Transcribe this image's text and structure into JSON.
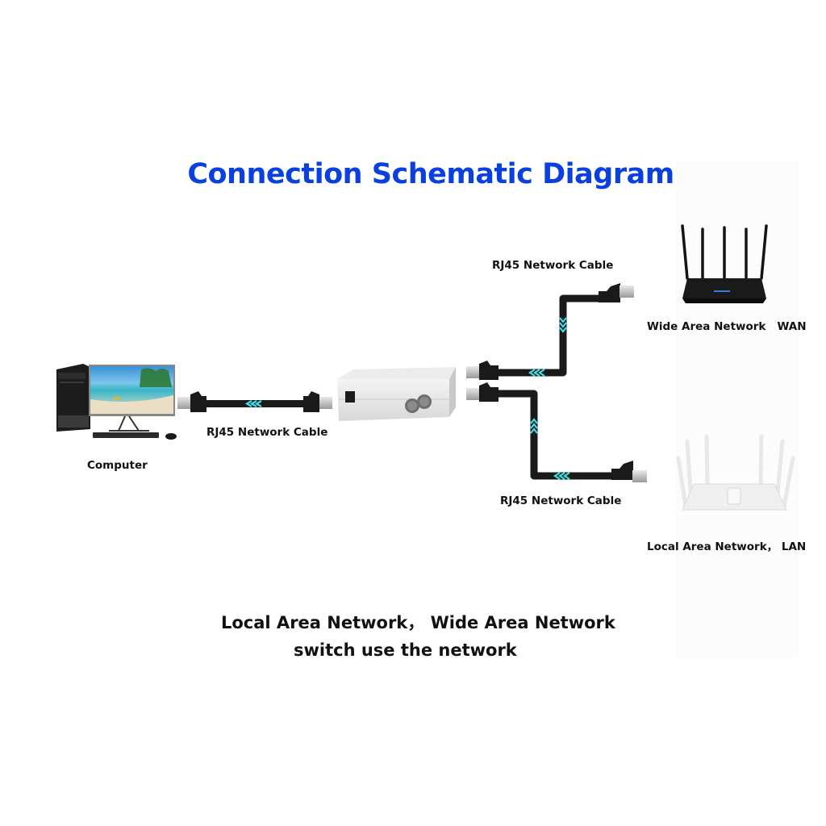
{
  "diagram": {
    "title": "Connection Schematic Diagram",
    "nodes": {
      "computer": {
        "label": "Computer",
        "icon": "desktop-computer-icon"
      },
      "switch": {
        "label": "",
        "icon": "network-switch-box-icon"
      },
      "wan_router": {
        "label": "Wide Area Network   WAN",
        "icon": "black-router-icon"
      },
      "lan_router": {
        "label": "Local Area Network， LAN",
        "icon": "white-router-icon"
      }
    },
    "cables": [
      {
        "label": "RJ45 Network Cable",
        "from": "computer",
        "to": "switch"
      },
      {
        "label": "RJ45 Network Cable",
        "from": "switch",
        "to": "wan_router"
      },
      {
        "label": "RJ45 Network Cable",
        "from": "switch",
        "to": "lan_router"
      }
    ],
    "caption": {
      "line1": "Local Area Network， Wide Area Network",
      "line2": "switch use the network"
    },
    "colors": {
      "title": "#0a3fe0",
      "cable": "#1a1a1a",
      "chevron": "#3ee0e8",
      "text": "#111111"
    }
  }
}
